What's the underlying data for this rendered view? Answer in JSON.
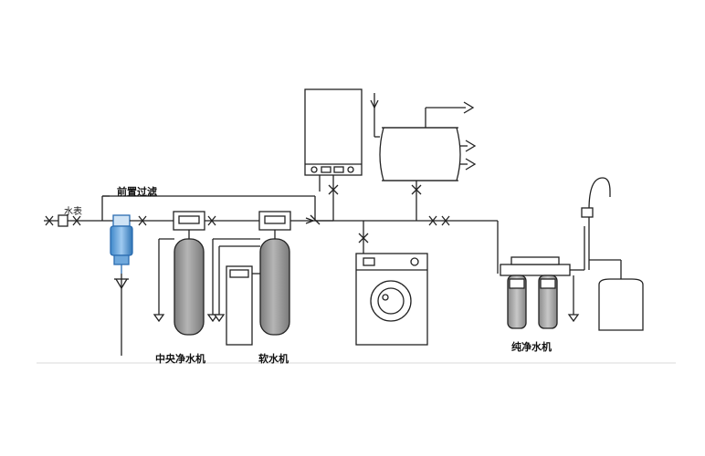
{
  "labels": {
    "water_meter": "水表",
    "pre_filter": "前置过滤",
    "central_purifier": "中央净水机",
    "softener": "软水机",
    "ro_purifier": "纯净水机"
  },
  "colors": {
    "line": "#222222",
    "tank_fill": "#9a9a9a",
    "filter_blue": "#6fa8dc",
    "filter_blue_dark": "#2b6cb0",
    "background": "#ffffff"
  }
}
